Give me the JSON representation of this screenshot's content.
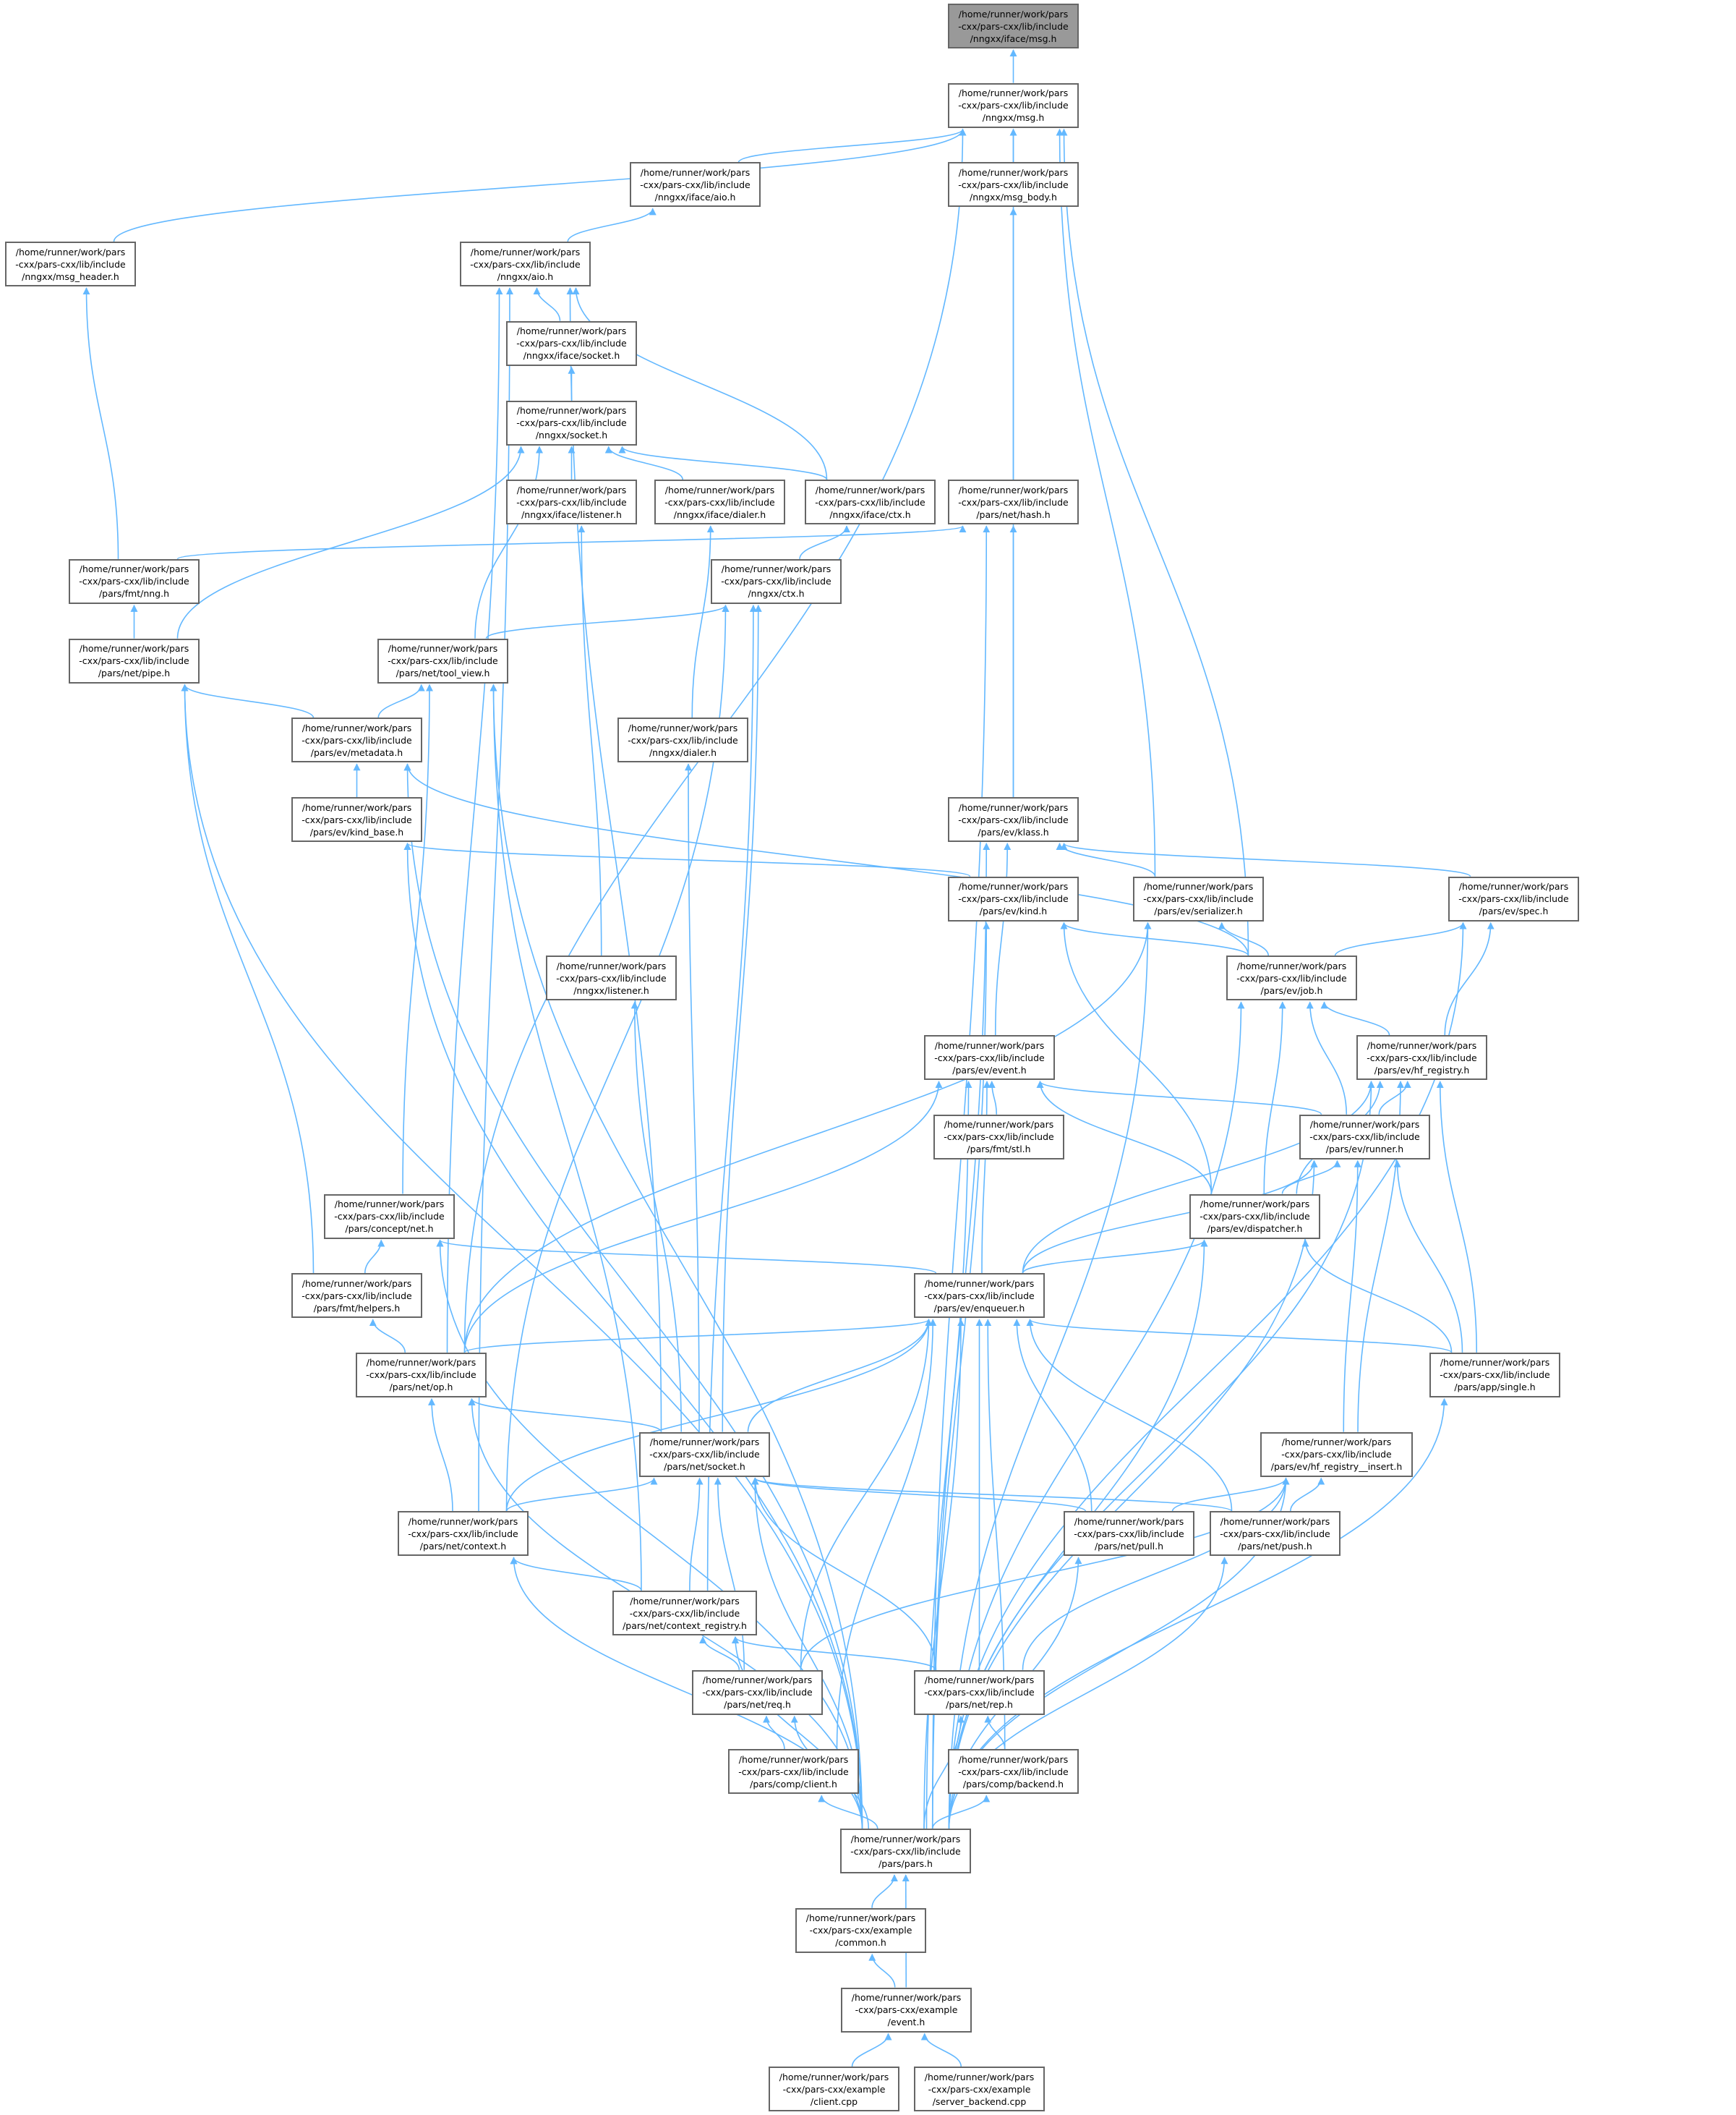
{
  "colors": {
    "edge": "#63b8ff",
    "node_border": "#666666",
    "root_fill": "#999999",
    "node_fill": "#ffffff"
  },
  "nodes": [
    {
      "id": "iface_msg",
      "lines": [
        "/home/runner/work/pars",
        "-cxx/pars-cxx/lib/include",
        "/nngxx/iface/msg.h"
      ]
    },
    {
      "id": "msg",
      "lines": [
        "/home/runner/work/pars",
        "-cxx/pars-cxx/lib/include",
        "/nngxx/msg.h"
      ]
    },
    {
      "id": "iface_aio",
      "lines": [
        "/home/runner/work/pars",
        "-cxx/pars-cxx/lib/include",
        "/nngxx/iface/aio.h"
      ]
    },
    {
      "id": "msg_body",
      "lines": [
        "/home/runner/work/pars",
        "-cxx/pars-cxx/lib/include",
        "/nngxx/msg_body.h"
      ]
    },
    {
      "id": "msg_header",
      "lines": [
        "/home/runner/work/pars",
        "-cxx/pars-cxx/lib/include",
        "/nngxx/msg_header.h"
      ]
    },
    {
      "id": "aio",
      "lines": [
        "/home/runner/work/pars",
        "-cxx/pars-cxx/lib/include",
        "/nngxx/aio.h"
      ]
    },
    {
      "id": "iface_socket",
      "lines": [
        "/home/runner/work/pars",
        "-cxx/pars-cxx/lib/include",
        "/nngxx/iface/socket.h"
      ]
    },
    {
      "id": "socket",
      "lines": [
        "/home/runner/work/pars",
        "-cxx/pars-cxx/lib/include",
        "/nngxx/socket.h"
      ]
    },
    {
      "id": "iface_listener",
      "lines": [
        "/home/runner/work/pars",
        "-cxx/pars-cxx/lib/include",
        "/nngxx/iface/listener.h"
      ]
    },
    {
      "id": "iface_dialer",
      "lines": [
        "/home/runner/work/pars",
        "-cxx/pars-cxx/lib/include",
        "/nngxx/iface/dialer.h"
      ]
    },
    {
      "id": "iface_ctx",
      "lines": [
        "/home/runner/work/pars",
        "-cxx/pars-cxx/lib/include",
        "/nngxx/iface/ctx.h"
      ]
    },
    {
      "id": "net_hash",
      "lines": [
        "/home/runner/work/pars",
        "-cxx/pars-cxx/lib/include",
        "/pars/net/hash.h"
      ]
    },
    {
      "id": "fmt_nng",
      "lines": [
        "/home/runner/work/pars",
        "-cxx/pars-cxx/lib/include",
        "/pars/fmt/nng.h"
      ]
    },
    {
      "id": "ctx",
      "lines": [
        "/home/runner/work/pars",
        "-cxx/pars-cxx/lib/include",
        "/nngxx/ctx.h"
      ]
    },
    {
      "id": "net_pipe",
      "lines": [
        "/home/runner/work/pars",
        "-cxx/pars-cxx/lib/include",
        "/pars/net/pipe.h"
      ]
    },
    {
      "id": "tool_view",
      "lines": [
        "/home/runner/work/pars",
        "-cxx/pars-cxx/lib/include",
        "/pars/net/tool_view.h"
      ]
    },
    {
      "id": "metadata",
      "lines": [
        "/home/runner/work/pars",
        "-cxx/pars-cxx/lib/include",
        "/pars/ev/metadata.h"
      ]
    },
    {
      "id": "dialer",
      "lines": [
        "/home/runner/work/pars",
        "-cxx/pars-cxx/lib/include",
        "/nngxx/dialer.h"
      ]
    },
    {
      "id": "kind_base",
      "lines": [
        "/home/runner/work/pars",
        "-cxx/pars-cxx/lib/include",
        "/pars/ev/kind_base.h"
      ]
    },
    {
      "id": "klass",
      "lines": [
        "/home/runner/work/pars",
        "-cxx/pars-cxx/lib/include",
        "/pars/ev/klass.h"
      ]
    },
    {
      "id": "kind",
      "lines": [
        "/home/runner/work/pars",
        "-cxx/pars-cxx/lib/include",
        "/pars/ev/kind.h"
      ]
    },
    {
      "id": "serializer",
      "lines": [
        "/home/runner/work/pars",
        "-cxx/pars-cxx/lib/include",
        "/pars/ev/serializer.h"
      ]
    },
    {
      "id": "spec",
      "lines": [
        "/home/runner/work/pars",
        "-cxx/pars-cxx/lib/include",
        "/pars/ev/spec.h"
      ]
    },
    {
      "id": "listener",
      "lines": [
        "/home/runner/work/pars",
        "-cxx/pars-cxx/lib/include",
        "/nngxx/listener.h"
      ]
    },
    {
      "id": "job",
      "lines": [
        "/home/runner/work/pars",
        "-cxx/pars-cxx/lib/include",
        "/pars/ev/job.h"
      ]
    },
    {
      "id": "event",
      "lines": [
        "/home/runner/work/pars",
        "-cxx/pars-cxx/lib/include",
        "/pars/ev/event.h"
      ]
    },
    {
      "id": "fmt_stl",
      "lines": [
        "/home/runner/work/pars",
        "-cxx/pars-cxx/lib/include",
        "/pars/fmt/stl.h"
      ]
    },
    {
      "id": "hf_registry",
      "lines": [
        "/home/runner/work/pars",
        "-cxx/pars-cxx/lib/include",
        "/pars/ev/hf_registry.h"
      ]
    },
    {
      "id": "runner",
      "lines": [
        "/home/runner/work/pars",
        "-cxx/pars-cxx/lib/include",
        "/pars/ev/runner.h"
      ]
    },
    {
      "id": "concept_net",
      "lines": [
        "/home/runner/work/pars",
        "-cxx/pars-cxx/lib/include",
        "/pars/concept/net.h"
      ]
    },
    {
      "id": "dispatcher",
      "lines": [
        "/home/runner/work/pars",
        "-cxx/pars-cxx/lib/include",
        "/pars/ev/dispatcher.h"
      ]
    },
    {
      "id": "fmt_helpers",
      "lines": [
        "/home/runner/work/pars",
        "-cxx/pars-cxx/lib/include",
        "/pars/fmt/helpers.h"
      ]
    },
    {
      "id": "enqueuer",
      "lines": [
        "/home/runner/work/pars",
        "-cxx/pars-cxx/lib/include",
        "/pars/ev/enqueuer.h"
      ]
    },
    {
      "id": "net_op",
      "lines": [
        "/home/runner/work/pars",
        "-cxx/pars-cxx/lib/include",
        "/pars/net/op.h"
      ]
    },
    {
      "id": "app_single",
      "lines": [
        "/home/runner/work/pars",
        "-cxx/pars-cxx/lib/include",
        "/pars/app/single.h"
      ]
    },
    {
      "id": "hf_insert",
      "lines": [
        "/home/runner/work/pars",
        "-cxx/pars-cxx/lib/include",
        "/pars/ev/hf_registry__insert.h"
      ]
    },
    {
      "id": "net_socket",
      "lines": [
        "/home/runner/work/pars",
        "-cxx/pars-cxx/lib/include",
        "/pars/net/socket.h"
      ]
    },
    {
      "id": "net_context",
      "lines": [
        "/home/runner/work/pars",
        "-cxx/pars-cxx/lib/include",
        "/pars/net/context.h"
      ]
    },
    {
      "id": "net_pull",
      "lines": [
        "/home/runner/work/pars",
        "-cxx/pars-cxx/lib/include",
        "/pars/net/pull.h"
      ]
    },
    {
      "id": "net_push",
      "lines": [
        "/home/runner/work/pars",
        "-cxx/pars-cxx/lib/include",
        "/pars/net/push.h"
      ]
    },
    {
      "id": "context_registry",
      "lines": [
        "/home/runner/work/pars",
        "-cxx/pars-cxx/lib/include",
        "/pars/net/context_registry.h"
      ]
    },
    {
      "id": "net_req",
      "lines": [
        "/home/runner/work/pars",
        "-cxx/pars-cxx/lib/include",
        "/pars/net/req.h"
      ]
    },
    {
      "id": "net_rep",
      "lines": [
        "/home/runner/work/pars",
        "-cxx/pars-cxx/lib/include",
        "/pars/net/rep.h"
      ]
    },
    {
      "id": "comp_client",
      "lines": [
        "/home/runner/work/pars",
        "-cxx/pars-cxx/lib/include",
        "/pars/comp/client.h"
      ]
    },
    {
      "id": "comp_backend",
      "lines": [
        "/home/runner/work/pars",
        "-cxx/pars-cxx/lib/include",
        "/pars/comp/backend.h"
      ]
    },
    {
      "id": "pars",
      "lines": [
        "/home/runner/work/pars",
        "-cxx/pars-cxx/lib/include",
        "/pars/pars.h"
      ]
    },
    {
      "id": "ex_common",
      "lines": [
        "/home/runner/work/pars",
        "-cxx/pars-cxx/example",
        "/common.h"
      ]
    },
    {
      "id": "ex_event",
      "lines": [
        "/home/runner/work/pars",
        "-cxx/pars-cxx/example",
        "/event.h"
      ]
    },
    {
      "id": "ex_client",
      "lines": [
        "/home/runner/work/pars",
        "-cxx/pars-cxx/example",
        "/client.cpp"
      ]
    },
    {
      "id": "ex_server",
      "lines": [
        "/home/runner/work/pars",
        "-cxx/pars-cxx/example",
        "/server_backend.cpp"
      ]
    }
  ],
  "edges": [
    [
      "msg",
      "iface_msg"
    ],
    [
      "iface_aio",
      "msg"
    ],
    [
      "msg_body",
      "msg"
    ],
    [
      "msg_header",
      "msg"
    ],
    [
      "net_op",
      "msg"
    ],
    [
      "klass",
      "msg"
    ],
    [
      "serializer",
      "msg"
    ],
    [
      "job",
      "msg"
    ],
    [
      "aio",
      "iface_aio"
    ],
    [
      "net_hash",
      "msg_body"
    ],
    [
      "iface_socket",
      "aio"
    ],
    [
      "iface_ctx",
      "aio"
    ],
    [
      "net_socket",
      "aio"
    ],
    [
      "net_context",
      "aio"
    ],
    [
      "net_op",
      "aio"
    ],
    [
      "socket",
      "iface_socket"
    ],
    [
      "iface_listener",
      "socket"
    ],
    [
      "iface_dialer",
      "socket"
    ],
    [
      "iface_ctx",
      "socket"
    ],
    [
      "net_pipe",
      "socket"
    ],
    [
      "tool_view",
      "socket"
    ],
    [
      "fmt_nng",
      "net_hash"
    ],
    [
      "pars",
      "net_hash"
    ],
    [
      "klass",
      "net_hash"
    ],
    [
      "listener",
      "iface_listener"
    ],
    [
      "dialer",
      "iface_dialer"
    ],
    [
      "ctx",
      "iface_ctx"
    ],
    [
      "net_pipe",
      "fmt_nng"
    ],
    [
      "fmt_nng",
      "msg_header"
    ],
    [
      "tool_view",
      "ctx"
    ],
    [
      "net_socket",
      "ctx"
    ],
    [
      "context_registry",
      "ctx"
    ],
    [
      "net_context",
      "ctx"
    ],
    [
      "metadata",
      "net_pipe"
    ],
    [
      "fmt_helpers",
      "net_pipe"
    ],
    [
      "pars",
      "net_pipe"
    ],
    [
      "metadata",
      "tool_view"
    ],
    [
      "concept_net",
      "tool_view"
    ],
    [
      "context_registry",
      "tool_view"
    ],
    [
      "pars",
      "tool_view"
    ],
    [
      "kind_base",
      "metadata"
    ],
    [
      "job",
      "metadata"
    ],
    [
      "pars",
      "metadata"
    ],
    [
      "net_socket",
      "dialer"
    ],
    [
      "kind",
      "kind_base"
    ],
    [
      "pars",
      "kind_base"
    ],
    [
      "event",
      "klass"
    ],
    [
      "serializer",
      "klass"
    ],
    [
      "spec",
      "klass"
    ],
    [
      "pars",
      "klass"
    ],
    [
      "job",
      "kind"
    ],
    [
      "dispatcher",
      "kind"
    ],
    [
      "pars",
      "kind"
    ],
    [
      "job",
      "serializer"
    ],
    [
      "net_op",
      "serializer"
    ],
    [
      "pars",
      "serializer"
    ],
    [
      "job",
      "spec"
    ],
    [
      "hf_registry",
      "spec"
    ],
    [
      "pars",
      "spec"
    ],
    [
      "net_socket",
      "listener"
    ],
    [
      "hf_registry",
      "job"
    ],
    [
      "runner",
      "job"
    ],
    [
      "dispatcher",
      "job"
    ],
    [
      "pars",
      "job"
    ],
    [
      "fmt_stl",
      "event"
    ],
    [
      "runner",
      "event"
    ],
    [
      "dispatcher",
      "event"
    ],
    [
      "enqueuer",
      "event"
    ],
    [
      "net_op",
      "event"
    ],
    [
      "pars",
      "event"
    ],
    [
      "runner",
      "hf_registry"
    ],
    [
      "dispatcher",
      "hf_registry"
    ],
    [
      "enqueuer",
      "hf_registry"
    ],
    [
      "app_single",
      "hf_registry"
    ],
    [
      "hf_insert",
      "hf_registry"
    ],
    [
      "pars",
      "hf_registry"
    ],
    [
      "dispatcher",
      "runner"
    ],
    [
      "enqueuer",
      "runner"
    ],
    [
      "hf_insert",
      "runner"
    ],
    [
      "app_single",
      "runner"
    ],
    [
      "pars",
      "runner"
    ],
    [
      "fmt_helpers",
      "concept_net"
    ],
    [
      "enqueuer",
      "concept_net"
    ],
    [
      "pars",
      "concept_net"
    ],
    [
      "enqueuer",
      "dispatcher"
    ],
    [
      "app_single",
      "dispatcher"
    ],
    [
      "pars",
      "dispatcher"
    ],
    [
      "net_op",
      "fmt_helpers"
    ],
    [
      "net_op",
      "enqueuer"
    ],
    [
      "app_single",
      "enqueuer"
    ],
    [
      "net_socket",
      "enqueuer"
    ],
    [
      "net_context",
      "enqueuer"
    ],
    [
      "net_pull",
      "enqueuer"
    ],
    [
      "net_push",
      "enqueuer"
    ],
    [
      "net_req",
      "enqueuer"
    ],
    [
      "net_rep",
      "enqueuer"
    ],
    [
      "comp_client",
      "enqueuer"
    ],
    [
      "comp_backend",
      "enqueuer"
    ],
    [
      "pars",
      "enqueuer"
    ],
    [
      "net_socket",
      "net_op"
    ],
    [
      "net_context",
      "net_op"
    ],
    [
      "pars",
      "net_op"
    ],
    [
      "pars",
      "app_single"
    ],
    [
      "net_pull",
      "hf_insert"
    ],
    [
      "net_push",
      "hf_insert"
    ],
    [
      "net_req",
      "hf_insert"
    ],
    [
      "net_rep",
      "hf_insert"
    ],
    [
      "pars",
      "hf_insert"
    ],
    [
      "net_context",
      "net_socket"
    ],
    [
      "context_registry",
      "net_socket"
    ],
    [
      "net_req",
      "net_socket"
    ],
    [
      "net_rep",
      "net_socket"
    ],
    [
      "net_pull",
      "net_socket"
    ],
    [
      "net_push",
      "net_socket"
    ],
    [
      "pars",
      "net_socket"
    ],
    [
      "context_registry",
      "net_context"
    ],
    [
      "pars",
      "net_context"
    ],
    [
      "pars",
      "net_pull"
    ],
    [
      "pars",
      "net_push"
    ],
    [
      "net_req",
      "context_registry"
    ],
    [
      "net_rep",
      "context_registry"
    ],
    [
      "pars",
      "context_registry"
    ],
    [
      "comp_client",
      "net_req"
    ],
    [
      "pars",
      "net_req"
    ],
    [
      "comp_backend",
      "net_rep"
    ],
    [
      "pars",
      "net_rep"
    ],
    [
      "pars",
      "comp_client"
    ],
    [
      "pars",
      "comp_backend"
    ],
    [
      "ex_common",
      "pars"
    ],
    [
      "ex_event",
      "pars"
    ],
    [
      "ex_event",
      "ex_common"
    ],
    [
      "ex_client",
      "ex_event"
    ],
    [
      "ex_server",
      "ex_event"
    ]
  ]
}
